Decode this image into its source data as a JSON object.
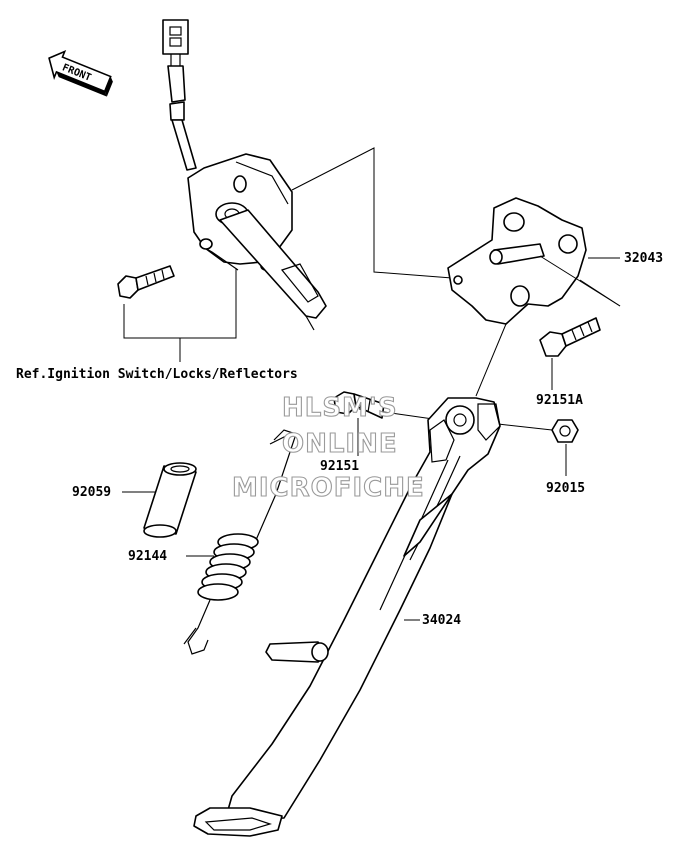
{
  "orientation": {
    "arrow_text": "FRONT"
  },
  "reference_note": "Ref.Ignition Switch/Locks/Reflectors",
  "callouts": [
    {
      "id": "c-32043",
      "number": "32043"
    },
    {
      "id": "c-92151A",
      "number": "92151A"
    },
    {
      "id": "c-92151",
      "number": "92151"
    },
    {
      "id": "c-92015",
      "number": "92015"
    },
    {
      "id": "c-92059",
      "number": "92059"
    },
    {
      "id": "c-92144",
      "number": "92144"
    },
    {
      "id": "c-34024",
      "number": "34024"
    }
  ],
  "watermark": {
    "line1": "HLSM'S",
    "line2": "ONLINE",
    "line3": "MICROFICHE"
  }
}
